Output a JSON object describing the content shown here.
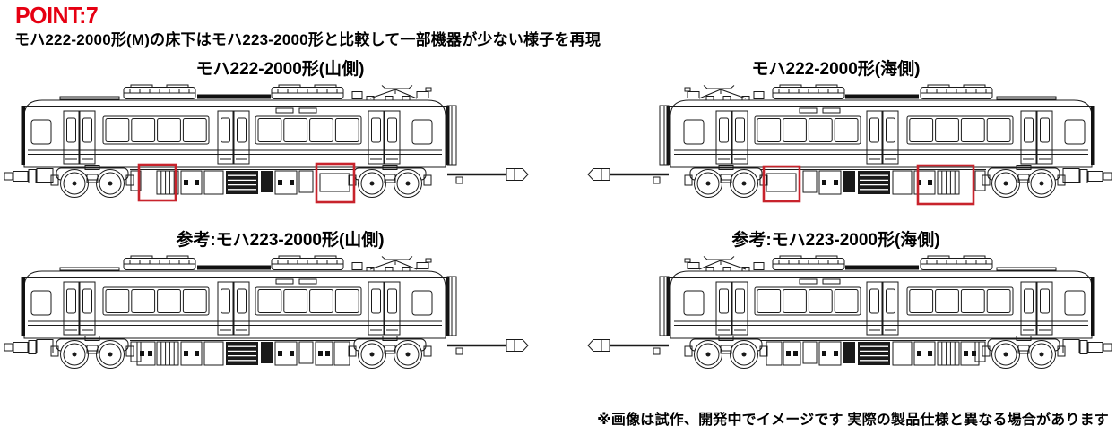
{
  "header": {
    "point_label": "POINT:7",
    "point_color": "#e60012",
    "subtitle": "モハ222-2000形(M)の床下はモハ223-2000形と比較して一部機器が少ない様子を再現"
  },
  "footer": {
    "note": "※画像は試作、開発中でイメージです 実際の製品仕様と異なる場合があります"
  },
  "colors": {
    "line": "#1a1a1a",
    "highlight": "#c8232c",
    "background": "#ffffff"
  },
  "diagrams": [
    {
      "id": "moha222-2000-yamagawa",
      "label": "モハ222-2000形(山側)",
      "variant": "222",
      "mirror": false,
      "highlights": [
        [
          150,
          92,
          41,
          40
        ],
        [
          348,
          91,
          42,
          43
        ]
      ]
    },
    {
      "id": "moha222-2000-umigawa",
      "label": "モハ222-2000形(海側)",
      "variant": "222",
      "mirror": true,
      "highlights": [
        [
          227,
          94,
          40,
          39
        ],
        [
          399,
          93,
          62,
          43
        ]
      ]
    },
    {
      "id": "moha223-2000-yamagawa",
      "label": "参考:モハ223-2000形(山側)",
      "variant": "223",
      "mirror": false,
      "highlights": []
    },
    {
      "id": "moha223-2000-umigawa",
      "label": "参考:モハ223-2000形(海側)",
      "variant": "223",
      "mirror": true,
      "highlights": []
    }
  ]
}
